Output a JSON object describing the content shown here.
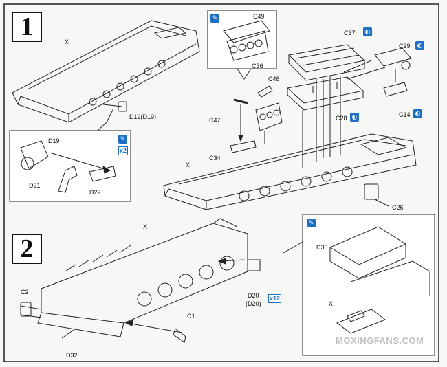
{
  "steps": [
    "1",
    "2"
  ],
  "step1": {
    "hull_label": "X",
    "detail_box": {
      "d19": "D19",
      "d21": "D21",
      "d22": "D22",
      "qty": "x2"
    },
    "d19_ref": "D19(D19)",
    "top_box": {
      "c49": "C49",
      "c36": "C36"
    },
    "c48": "C48",
    "c47": "C47",
    "c34": "C34",
    "x_right": "X",
    "c37": "C37",
    "c29": "C29",
    "c28": "C28",
    "c14": "C14",
    "c26": "C26"
  },
  "step2": {
    "hull_label": "X",
    "c2": "C2",
    "c1": "C1",
    "d32": "D32",
    "d20": "D20",
    "d20_alt": "(D20)",
    "qty": "x12",
    "detail_box": {
      "d30": "D30",
      "x": "X"
    }
  },
  "icons": {
    "cement": "cement-tube-icon",
    "symmetric": "symmetric-parts-icon"
  },
  "watermark": "MOXINGFANS.COM",
  "colors": {
    "accent": "#1d6fc4",
    "ink": "#111111"
  }
}
